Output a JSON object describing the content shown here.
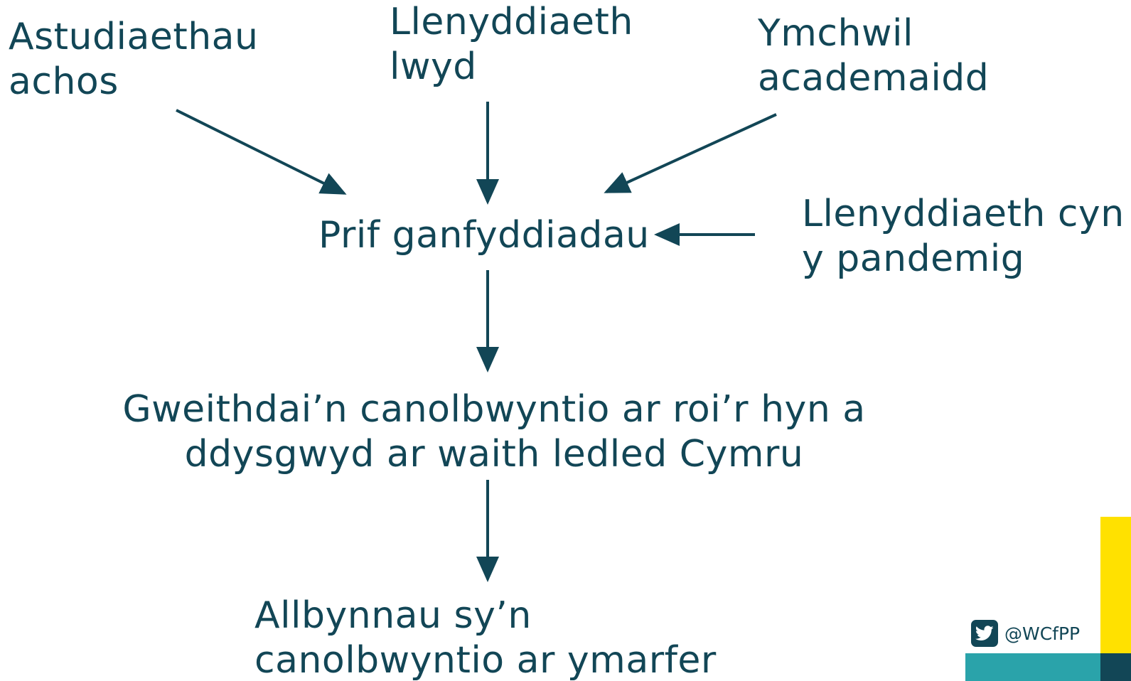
{
  "nodes": {
    "case_studies": [
      "Astudiaethau",
      "achos"
    ],
    "grey_literature": [
      "Llenyddiaeth",
      "lwyd"
    ],
    "academic_research": [
      "Ymchwil",
      "academaidd"
    ],
    "pre_pandemic_literature": [
      "Llenyddiaeth cyn",
      "y pandemig"
    ],
    "key_findings": [
      "Prif ganfyddiadau"
    ],
    "workshops": [
      "Gweithdai’n canolbwyntio ar roi’r hyn a",
      "ddysgwyd ar waith ledled Cymru"
    ],
    "outputs": [
      "Allbynnau sy’n",
      "canolbwyntio ar ymarfer"
    ]
  },
  "edges": [
    {
      "from": "case_studies",
      "to": "key_findings"
    },
    {
      "from": "grey_literature",
      "to": "key_findings"
    },
    {
      "from": "academic_research",
      "to": "key_findings"
    },
    {
      "from": "pre_pandemic_literature",
      "to": "key_findings"
    },
    {
      "from": "key_findings",
      "to": "workshops"
    },
    {
      "from": "workshops",
      "to": "outputs"
    }
  ],
  "branding": {
    "twitter_handle": "@WCfPP",
    "twitter_icon": "twitter-bird-icon"
  },
  "colors": {
    "text": "#124656",
    "accent_yellow": "#ffe100",
    "accent_teal": "#2aa3aa",
    "accent_navy": "#124656"
  }
}
